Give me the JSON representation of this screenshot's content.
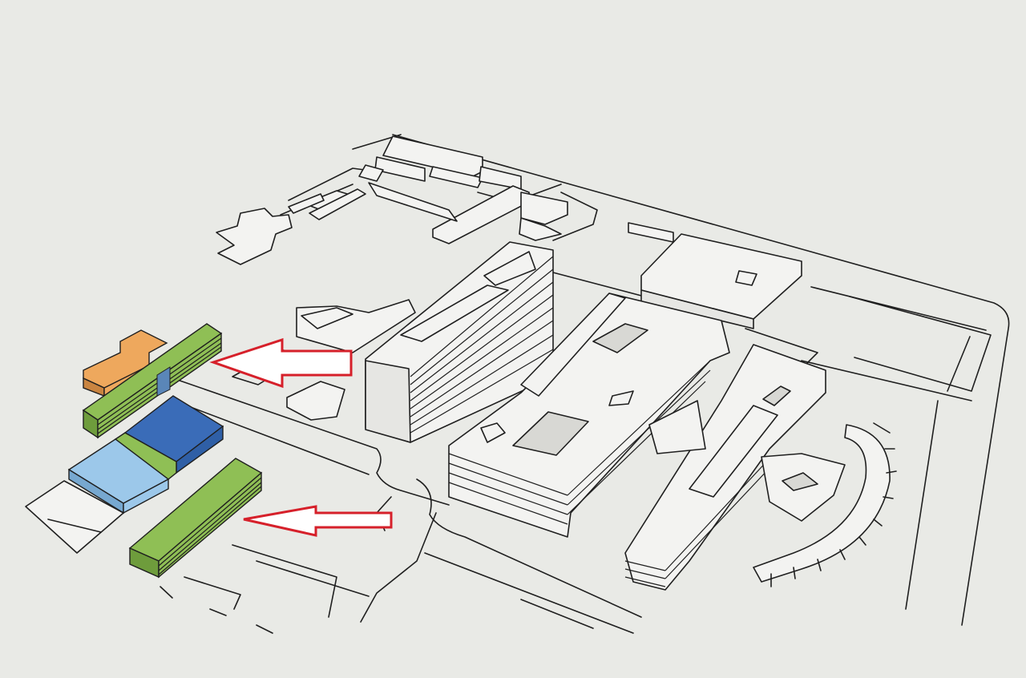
{
  "diagram": {
    "type": "isometric-site-plan",
    "colors": {
      "background": "#e9eae6",
      "line": "#1f1f1f",
      "building_fill": "#f3f3f1",
      "green": "#8fbf55",
      "green_dark": "#6e9c3c",
      "orange": "#eea85d",
      "orange_dark": "#c98440",
      "light_blue": "#9cc8ea",
      "light_blue_dark": "#77a8d0",
      "dark_blue": "#2f5fa6",
      "dark_blue_top": "#3a6cb8",
      "arrow_outline": "#d6202a",
      "arrow_fill": "#ffffff"
    },
    "highlighted_blocks": [
      {
        "name": "green-block-upper",
        "color": "green"
      },
      {
        "name": "orange-block",
        "color": "orange"
      },
      {
        "name": "dark-blue-block",
        "color": "dark_blue"
      },
      {
        "name": "light-blue-block",
        "color": "light_blue"
      },
      {
        "name": "green-block-lower",
        "color": "green"
      }
    ],
    "arrows": [
      {
        "name": "arrow-upper",
        "direction": "left",
        "target": "green-block-upper"
      },
      {
        "name": "arrow-lower",
        "direction": "left",
        "target": "green-block-lower"
      }
    ]
  }
}
